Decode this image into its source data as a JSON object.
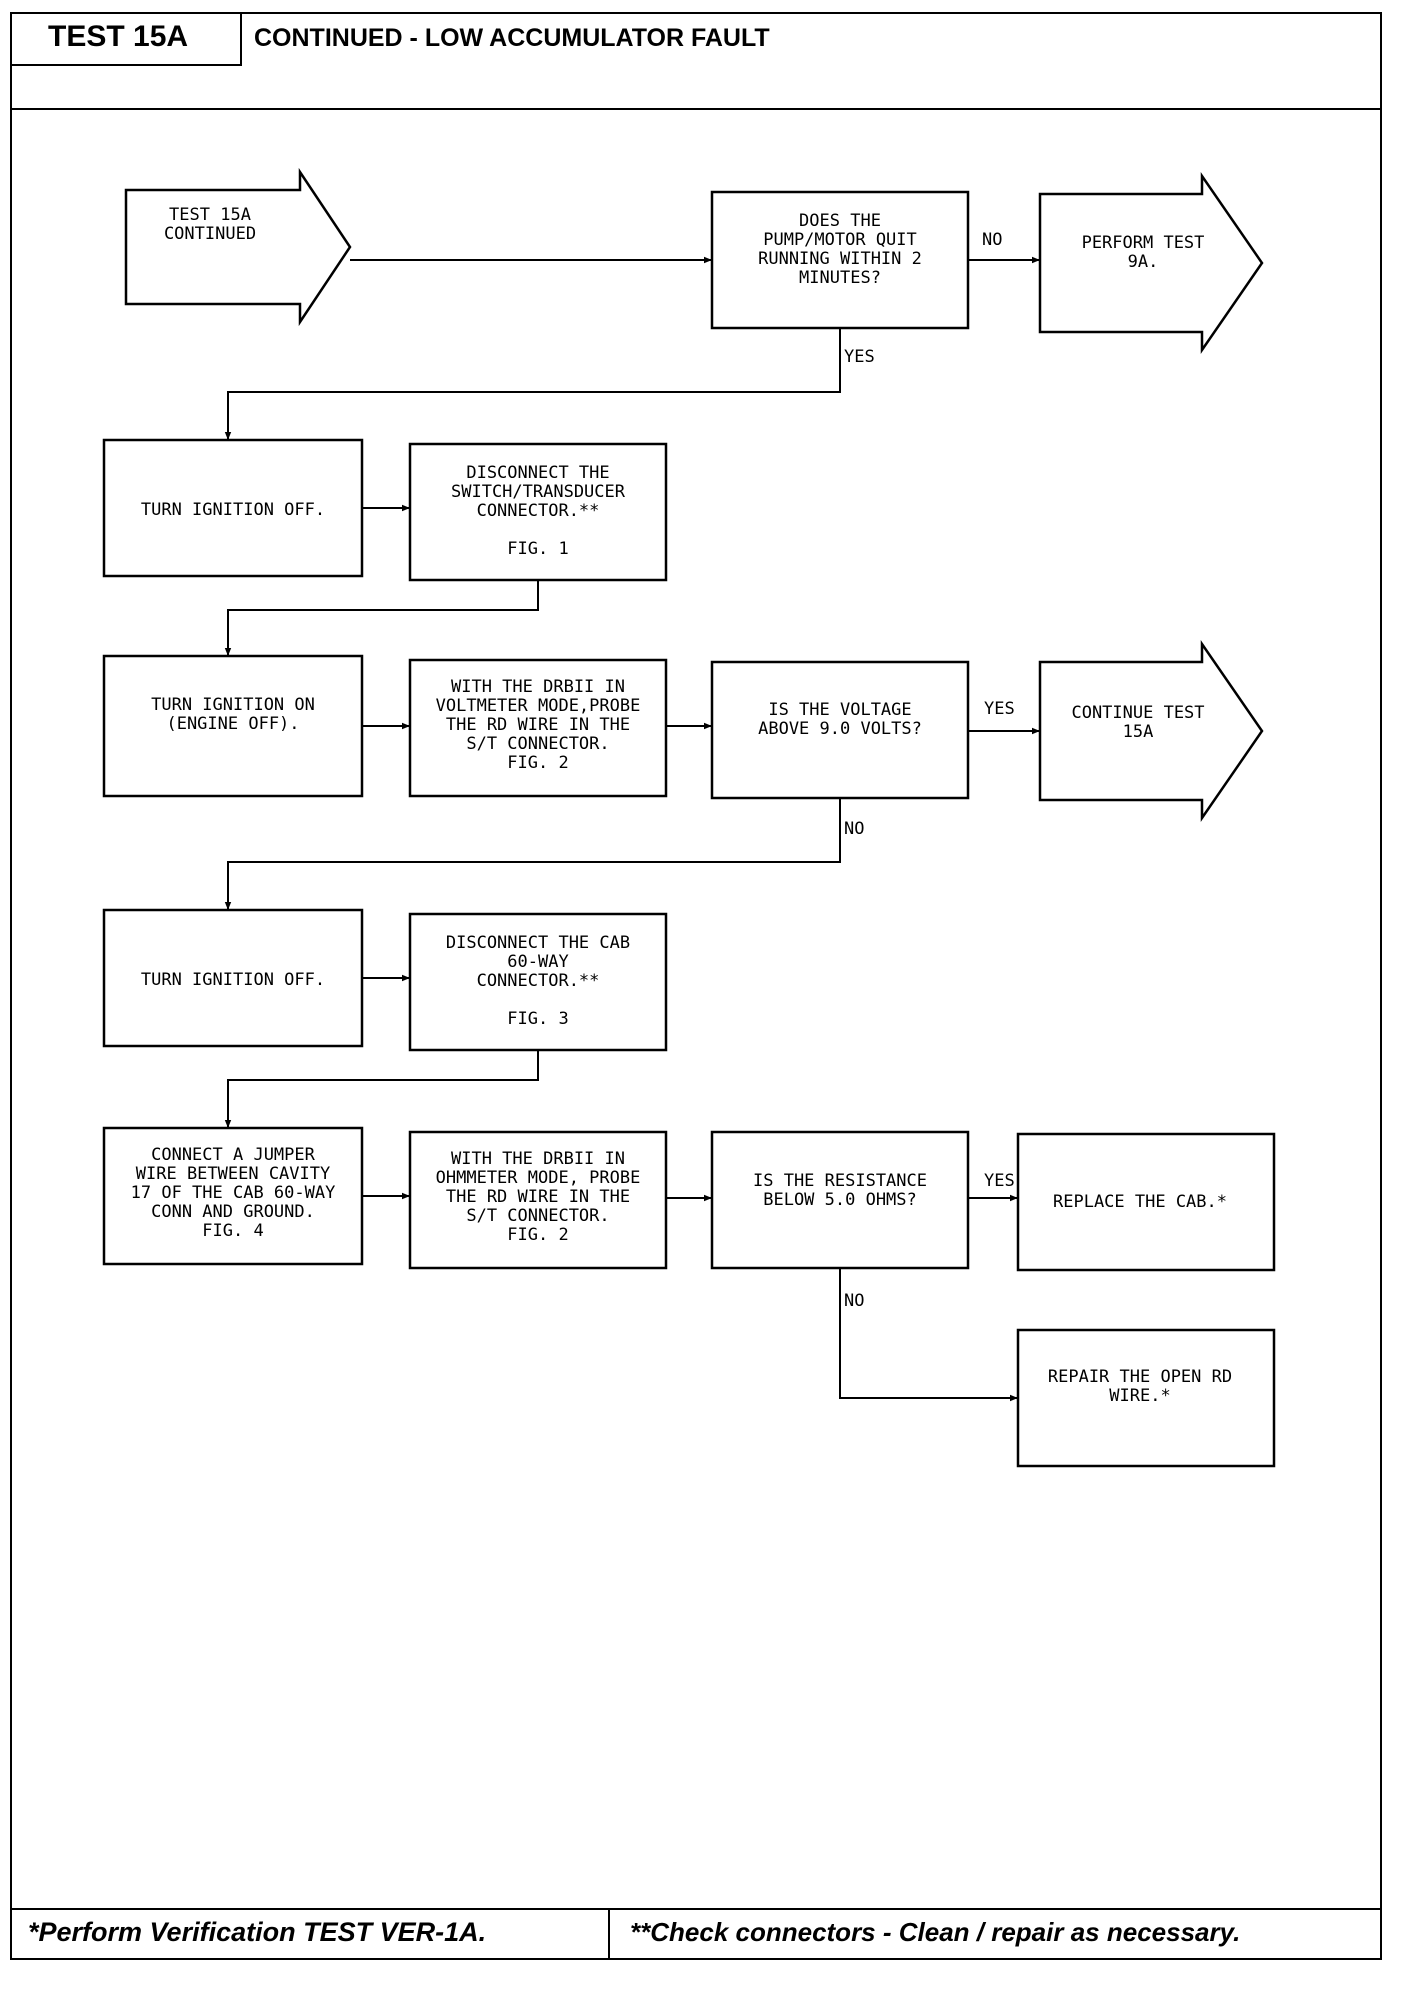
{
  "header": {
    "test_label": "TEST 15A",
    "title": "CONTINUED - LOW ACCUMULATOR FAULT"
  },
  "footer": {
    "left_note": "*Perform Verification TEST VER-1A.",
    "right_note": "**Check connectors - Clean / repair as necessary."
  },
  "flowchart": {
    "nodes": [
      {
        "id": "start",
        "shape": "arrow",
        "lines": [
          "TEST 15A",
          "CONTINUED"
        ]
      },
      {
        "id": "q_pump",
        "shape": "box",
        "lines": [
          "DOES THE",
          "PUMP/MOTOR QUIT",
          "RUNNING WITHIN 2",
          "MINUTES?"
        ]
      },
      {
        "id": "perform_9a",
        "shape": "arrow",
        "lines": [
          "PERFORM TEST",
          "9A."
        ]
      },
      {
        "id": "ign_off_1",
        "shape": "box",
        "lines": [
          "TURN IGNITION OFF."
        ]
      },
      {
        "id": "disc_st",
        "shape": "box",
        "lines": [
          "DISCONNECT THE",
          "SWITCH/TRANSDUCER",
          "CONNECTOR.**",
          "",
          "FIG. 1"
        ]
      },
      {
        "id": "ign_on",
        "shape": "box",
        "lines": [
          "TURN IGNITION ON",
          "(ENGINE OFF)."
        ]
      },
      {
        "id": "drb_volt",
        "shape": "box",
        "lines": [
          "WITH THE DRBII IN",
          "VOLTMETER MODE,PROBE",
          "THE RD WIRE IN THE",
          "S/T CONNECTOR.",
          "FIG. 2"
        ]
      },
      {
        "id": "q_volt",
        "shape": "box",
        "lines": [
          "IS THE VOLTAGE",
          "ABOVE 9.0 VOLTS?"
        ]
      },
      {
        "id": "continue_15a",
        "shape": "arrow",
        "lines": [
          "CONTINUE TEST",
          "15A"
        ]
      },
      {
        "id": "ign_off_2",
        "shape": "box",
        "lines": [
          "TURN IGNITION OFF."
        ]
      },
      {
        "id": "disc_cab",
        "shape": "box",
        "lines": [
          "DISCONNECT THE CAB",
          "60-WAY",
          "CONNECTOR.**",
          "",
          "FIG. 3"
        ]
      },
      {
        "id": "jumper",
        "shape": "box",
        "lines": [
          "CONNECT A JUMPER",
          "WIRE BETWEEN CAVITY",
          "17 OF THE CAB 60-WAY",
          "CONN AND GROUND.",
          "FIG. 4"
        ]
      },
      {
        "id": "drb_ohm",
        "shape": "box",
        "lines": [
          "WITH THE DRBII IN",
          "OHMMETER MODE, PROBE",
          "THE RD WIRE IN THE",
          "S/T CONNECTOR.",
          "FIG. 2"
        ]
      },
      {
        "id": "q_res",
        "shape": "box",
        "lines": [
          "IS THE RESISTANCE",
          "BELOW 5.0 OHMS?"
        ]
      },
      {
        "id": "replace_cab",
        "shape": "box",
        "lines": [
          "REPLACE THE CAB.*"
        ]
      },
      {
        "id": "repair_rd",
        "shape": "box",
        "lines": [
          "REPAIR THE OPEN RD",
          "WIRE.*"
        ]
      }
    ],
    "edges": [
      {
        "id": "e_start_q",
        "from": "start",
        "to": "q_pump",
        "label": ""
      },
      {
        "id": "e_q_9a",
        "from": "q_pump",
        "to": "perform_9a",
        "label": "NO"
      },
      {
        "id": "e_q_off1",
        "from": "q_pump",
        "to": "ign_off_1",
        "label": "YES"
      },
      {
        "id": "e_off1_disc",
        "from": "ign_off_1",
        "to": "disc_st",
        "label": ""
      },
      {
        "id": "e_disc_on",
        "from": "disc_st",
        "to": "ign_on",
        "label": ""
      },
      {
        "id": "e_on_drb",
        "from": "ign_on",
        "to": "drb_volt",
        "label": ""
      },
      {
        "id": "e_drb_qv",
        "from": "drb_volt",
        "to": "q_volt",
        "label": ""
      },
      {
        "id": "e_qv_cont",
        "from": "q_volt",
        "to": "continue_15a",
        "label": "YES"
      },
      {
        "id": "e_qv_off2",
        "from": "q_volt",
        "to": "ign_off_2",
        "label": "NO"
      },
      {
        "id": "e_off2_disc",
        "from": "ign_off_2",
        "to": "disc_cab",
        "label": ""
      },
      {
        "id": "e_disc_jump",
        "from": "disc_cab",
        "to": "jumper",
        "label": ""
      },
      {
        "id": "e_jump_drb",
        "from": "jumper",
        "to": "drb_ohm",
        "label": ""
      },
      {
        "id": "e_drb_qr",
        "from": "drb_ohm",
        "to": "q_res",
        "label": ""
      },
      {
        "id": "e_qr_rep",
        "from": "q_res",
        "to": "replace_cab",
        "label": "YES"
      },
      {
        "id": "e_qr_repair",
        "from": "q_res",
        "to": "repair_rd",
        "label": "NO"
      }
    ]
  }
}
